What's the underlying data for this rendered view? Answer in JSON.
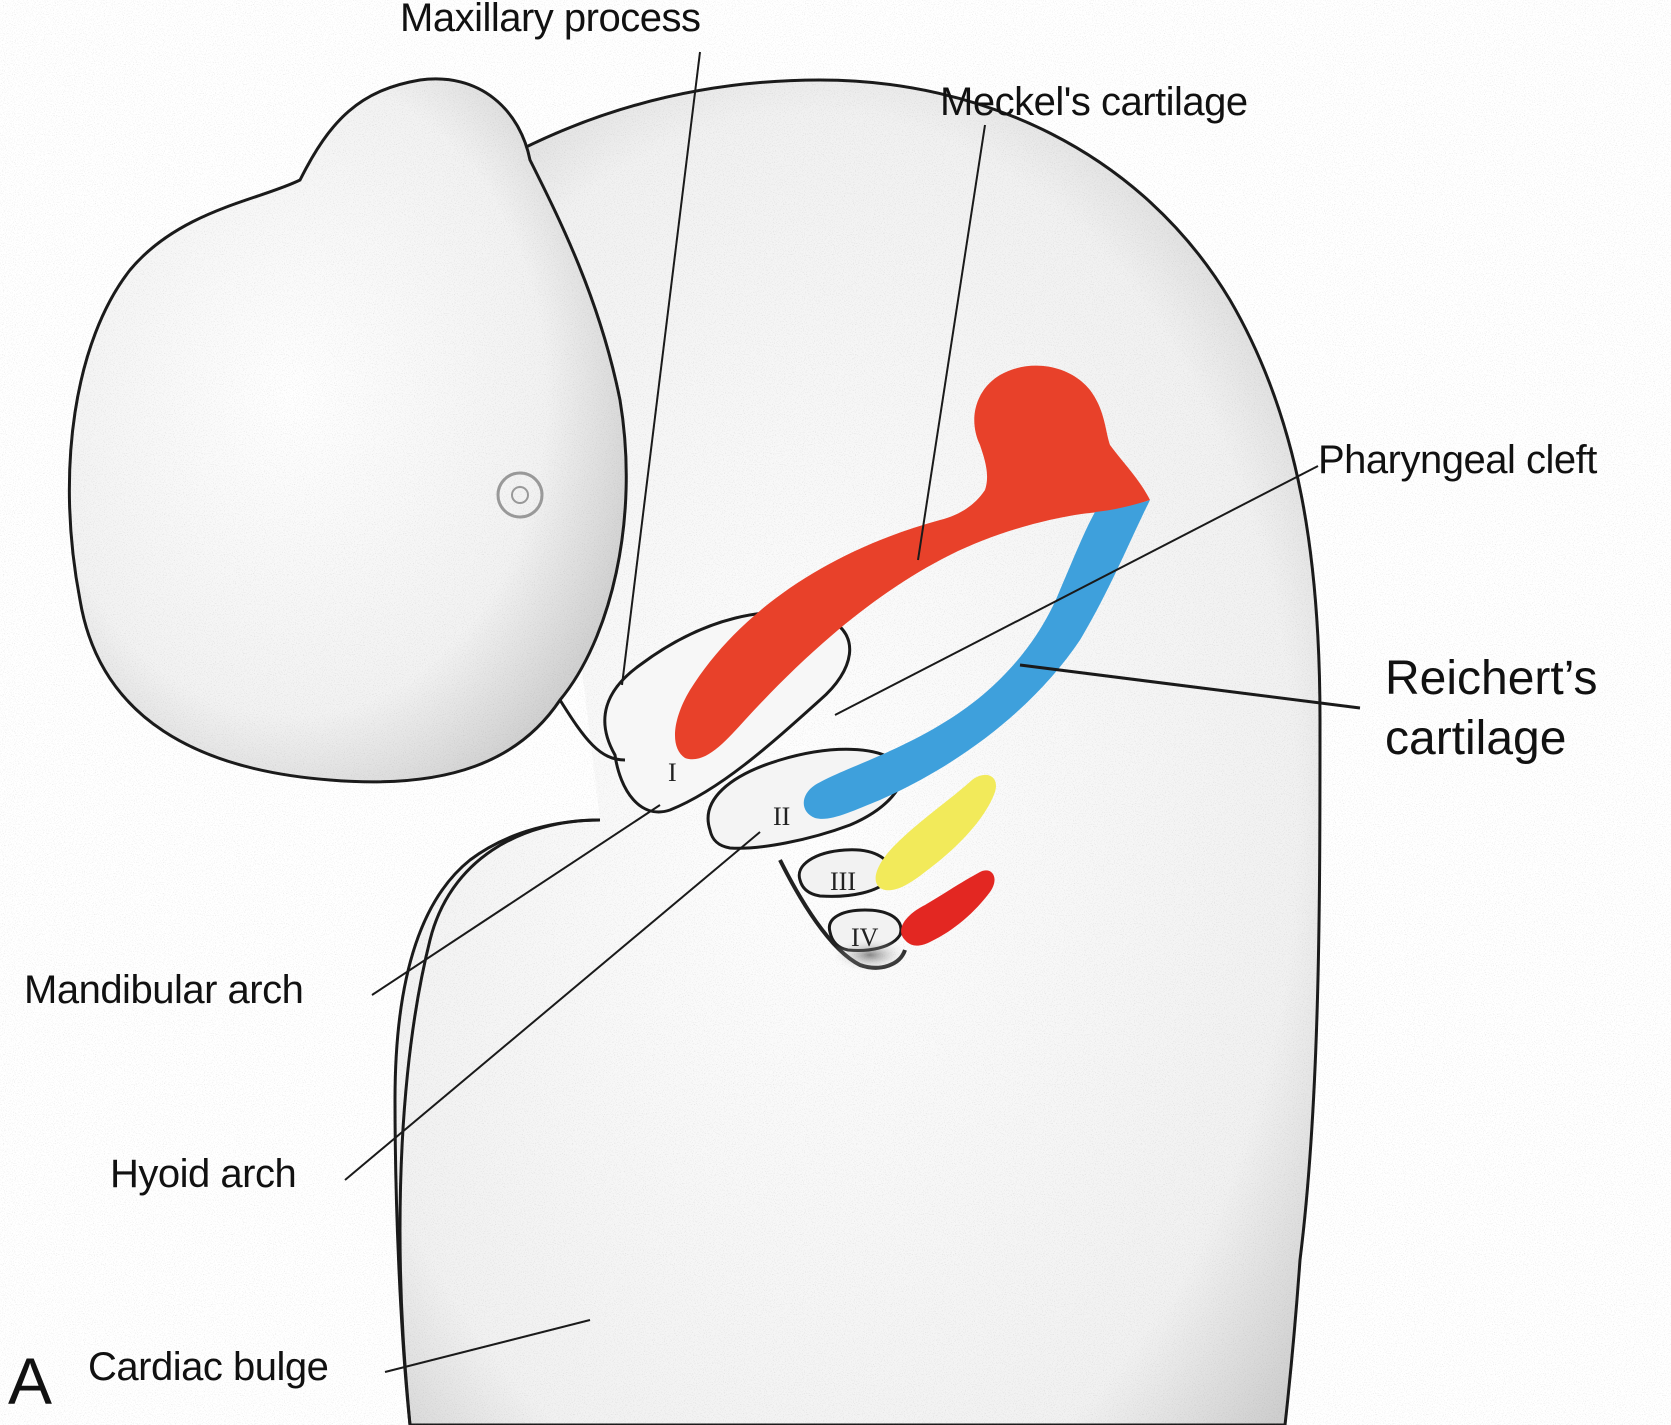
{
  "labels": {
    "maxillary_process": "Maxillary process",
    "meckels_cartilage": "Meckel's cartilage",
    "pharyngeal_cleft": "Pharyngeal cleft",
    "reicherts_cartilage_line1": "Reichert’s",
    "reicherts_cartilage_line2": "cartilage",
    "mandibular_arch": "Mandibular arch",
    "hyoid_arch": "Hyoid arch",
    "cardiac_bulge": "Cardiac bulge",
    "panel_letter": "A"
  },
  "arch_numerals": {
    "first": "I",
    "second": "II",
    "third": "III",
    "fourth": "IV"
  },
  "colors": {
    "first_arch_cartilage": "#e8412a",
    "second_arch_cartilage": "#3ea0dc",
    "third_arch_cartilage": "#f2ea5a",
    "fourth_arch_cartilage": "#e32722",
    "outline": "#1a1a1a"
  }
}
